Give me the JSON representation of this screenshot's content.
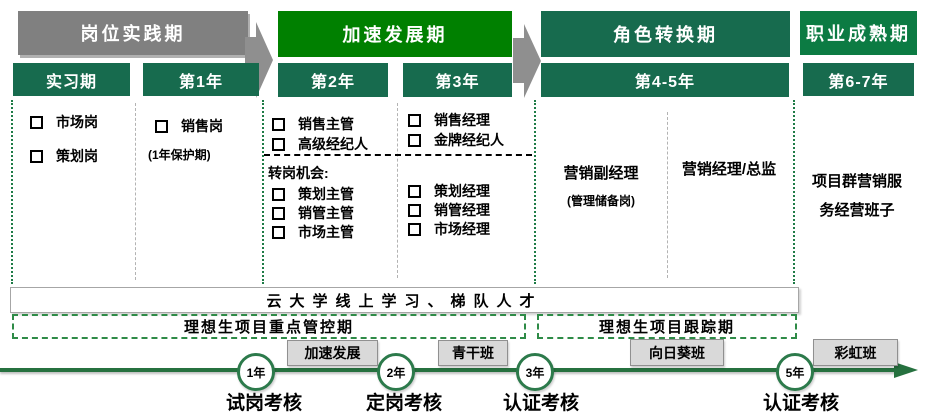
{
  "colors": {
    "stage_gray": "#808080",
    "acceleration_green": "#008000",
    "stage_dark_green": "#176B4E",
    "mature_green": "#0C7B43",
    "timeline_green": "#26713F",
    "band_border_green": "#2E8B47",
    "training_box_gray": "#D9D9D9"
  },
  "stage_headers": [
    "岗位实践期",
    "加速发展期",
    "角色转换期",
    "职业成熟期"
  ],
  "year_headers": [
    "实习期",
    "第1年",
    "第2年",
    "第3年",
    "第4-5年",
    "第6-7年"
  ],
  "content": {
    "intern_items": [
      "市场岗",
      "策划岗"
    ],
    "year1_item": "销售岗",
    "year1_note": "(1年保护期)",
    "year2_items": [
      "销售主管",
      "高级经纪人"
    ],
    "transfer_label": "转岗机会:",
    "year2_transfer": [
      "策划主管",
      "销管主管",
      "市场主管"
    ],
    "year3_items": [
      "销售经理",
      "金牌经纪人"
    ],
    "year3_transfer": [
      "策划经理",
      "销管经理",
      "市场经理"
    ],
    "year45_left": "营销副经理",
    "year45_left_note": "(管理储备岗)",
    "year45_right": "营销经理/总监",
    "year67_line1": "项目群营销服",
    "year67_line2": "务经营班子"
  },
  "bands": {
    "university": "云大学线上学习、梯队人才",
    "control": "理想生项目重点管控期",
    "tracking": "理想生项目跟踪期"
  },
  "timeline": {
    "milestones": [
      {
        "badge": "1年",
        "label": "试岗考核"
      },
      {
        "badge": "2年",
        "label": "定岗考核"
      },
      {
        "badge": "3年",
        "label": "认证考核"
      },
      {
        "badge": "5年",
        "label": "认证考核"
      }
    ],
    "trainings": [
      "加速发展",
      "青干班",
      "向日葵班",
      "彩虹班"
    ]
  }
}
